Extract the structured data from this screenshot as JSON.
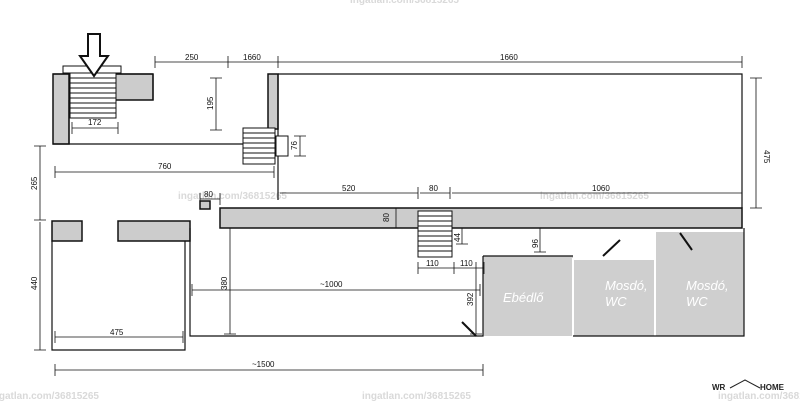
{
  "dimensions": {
    "d250": "250",
    "d1660a": "1660",
    "d1660b": "1660",
    "d195": "195",
    "d172": "172",
    "d76": "76",
    "d475r": "475",
    "d265": "265",
    "d760": "760",
    "d80a": "80",
    "d520": "520",
    "d80b": "80",
    "d1060": "1060",
    "d80v": "80",
    "d44": "44",
    "d96": "96",
    "d110a": "110",
    "d110b": "110",
    "d440": "440",
    "d380": "380",
    "d1000": "~1000",
    "d392": "392",
    "d475b": "475",
    "d1500": "~1500"
  },
  "rooms": {
    "dining_line1": "Ebédlő",
    "wc1_line1": "Mosdó,",
    "wc1_line2": "WC",
    "wc2_line1": "Mosdó,",
    "wc2_line2": "WC"
  },
  "watermark": {
    "text": "ingatlan.com/36815265"
  },
  "logo": {
    "left": "WR",
    "right": "HOME"
  },
  "colors": {
    "wall": "#cccccc",
    "room_fill": "#cfcfcf",
    "line": "#111111"
  }
}
